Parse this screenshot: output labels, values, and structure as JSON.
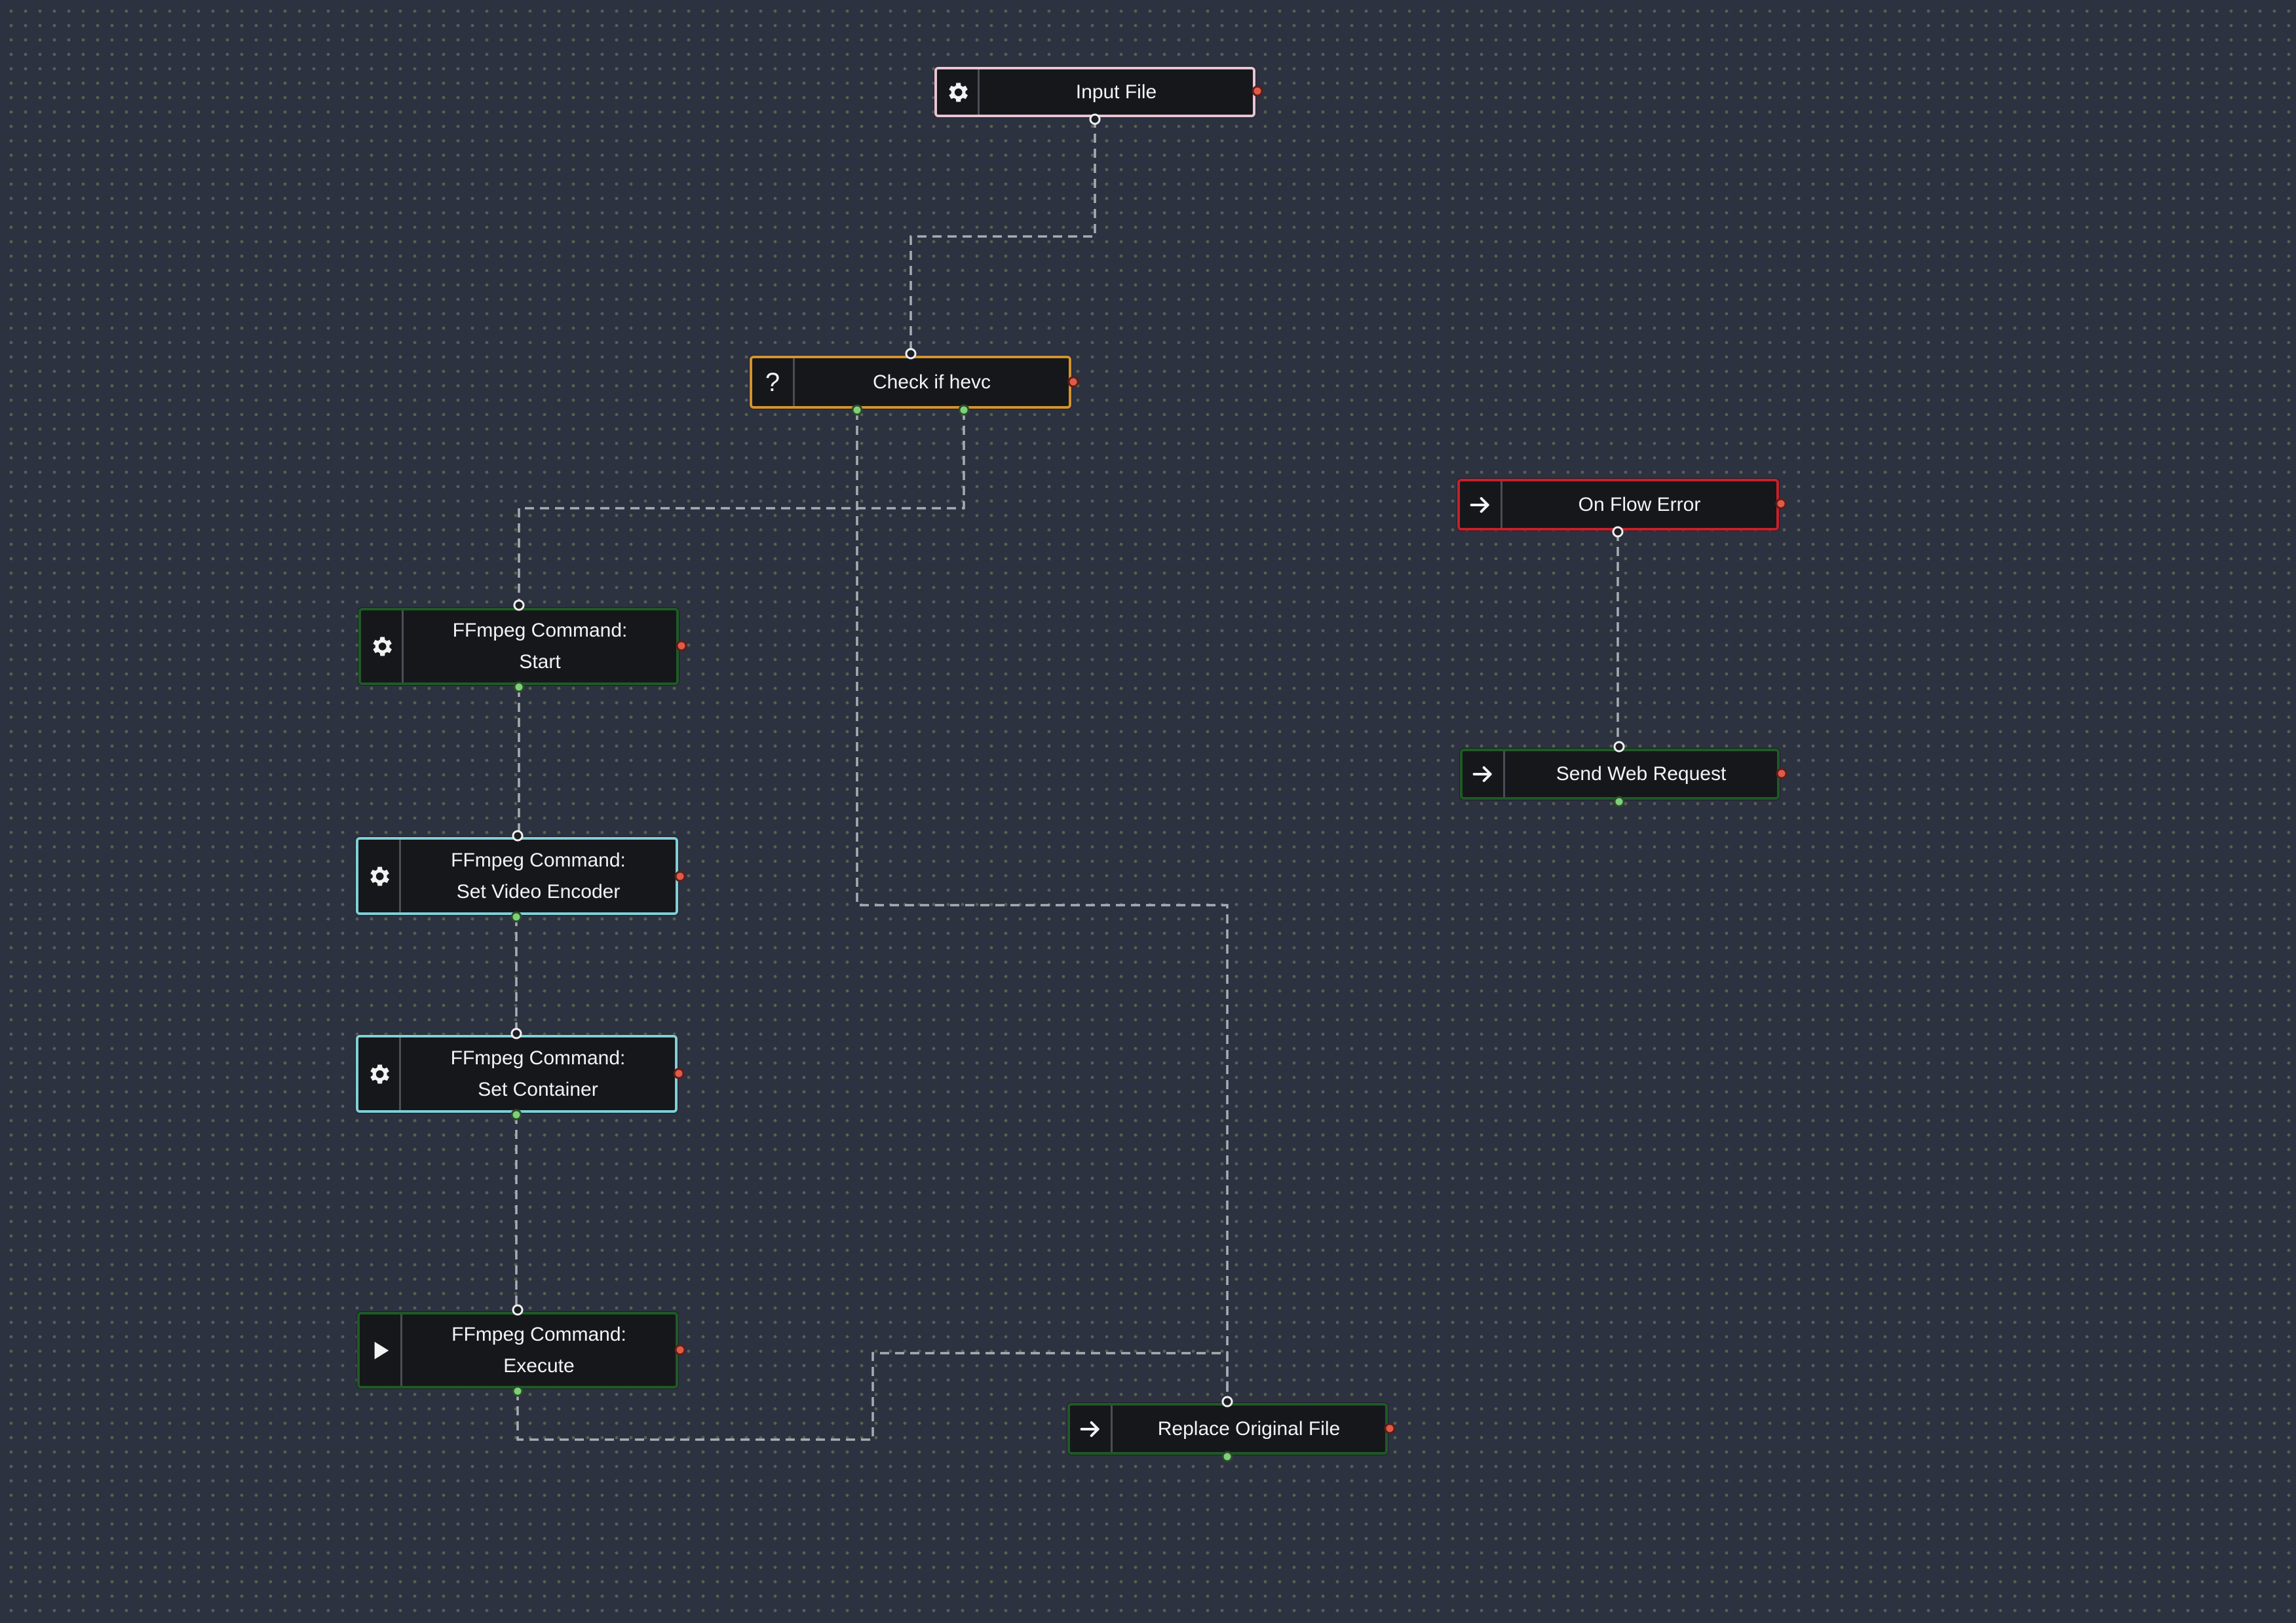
{
  "canvas": {
    "background": "#2d3241",
    "grid_dot_color": "#59604f"
  },
  "colors": {
    "input_node_border": "#e7c4d1",
    "condition_node_border": "#d4932e",
    "error_node_border": "#c8202a",
    "builder_node_border": "#7fd0d8",
    "default_node_border": "#1f5a26",
    "output_port": "#7ed07a",
    "error_port": "#e05a4a",
    "wire": "#a9acb3"
  },
  "nodes": {
    "input_file": {
      "label": "Input File",
      "icon": "gear-icon"
    },
    "check_hevc": {
      "label": "Check if hevc",
      "icon": "question-icon",
      "icon_glyph": "?"
    },
    "on_flow_error": {
      "label": "On Flow Error",
      "icon": "arrow-right-icon"
    },
    "send_web_request": {
      "label": "Send Web Request",
      "icon": "arrow-right-icon"
    },
    "ffmpeg_start": {
      "label_line1": "FFmpeg Command:",
      "label_line2": "Start",
      "icon": "gear-icon"
    },
    "ffmpeg_video_encoder": {
      "label_line1": "FFmpeg Command:",
      "label_line2": "Set Video Encoder",
      "icon": "gear-icon"
    },
    "ffmpeg_container": {
      "label_line1": "FFmpeg Command:",
      "label_line2": "Set Container",
      "icon": "gear-icon"
    },
    "ffmpeg_execute": {
      "label_line1": "FFmpeg Command:",
      "label_line2": "Execute",
      "icon": "play-icon"
    },
    "replace_original": {
      "label": "Replace Original File",
      "icon": "arrow-right-icon"
    }
  },
  "connections": [
    {
      "from": "input_file",
      "to": "check_hevc"
    },
    {
      "from": "check_hevc",
      "output": 1,
      "to": "replace_original"
    },
    {
      "from": "check_hevc",
      "output": 2,
      "to": "ffmpeg_start"
    },
    {
      "from": "ffmpeg_start",
      "to": "ffmpeg_video_encoder"
    },
    {
      "from": "ffmpeg_video_encoder",
      "to": "ffmpeg_container"
    },
    {
      "from": "ffmpeg_container",
      "to": "ffmpeg_execute"
    },
    {
      "from": "ffmpeg_execute",
      "to": "replace_original"
    },
    {
      "from": "on_flow_error",
      "to": "send_web_request"
    }
  ]
}
